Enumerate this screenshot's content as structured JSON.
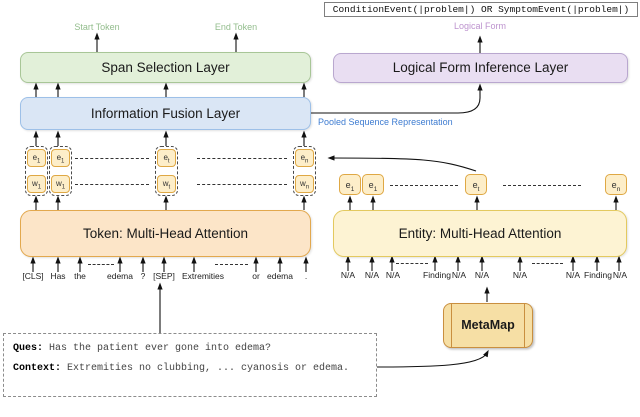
{
  "output_box": {
    "text": "ConditionEvent(|problem|) OR SymptomEvent(|problem|)"
  },
  "labels": {
    "logical_form": "Logical Form",
    "start_token": "Start Token",
    "end_token": "End Token",
    "pooled": "Pooled Sequence Representation"
  },
  "layers": {
    "span": "Span Selection Layer",
    "lfil": "Logical Form Inference Layer",
    "fusion": "Information Fusion Layer",
    "token_attention": "Token: Multi-Head Attention",
    "entity_attention": "Entity: Multi-Head Attention",
    "metamap": "MetaMap"
  },
  "token_columns": [
    {
      "top": "e",
      "top_sub": "1",
      "bottom": "w",
      "bottom_sub": "1"
    },
    {
      "top": "e",
      "top_sub": "1",
      "bottom": "w",
      "bottom_sub": "1"
    },
    {
      "top": "e",
      "top_sub": "t",
      "bottom": "w",
      "bottom_sub": "t"
    },
    {
      "top": "e",
      "top_sub": "n",
      "bottom": "w",
      "bottom_sub": "n"
    }
  ],
  "entity_units": [
    {
      "base": "e",
      "sub": "1"
    },
    {
      "base": "e",
      "sub": "1"
    },
    {
      "base": "e",
      "sub": "t"
    },
    {
      "base": "e",
      "sub": "n"
    }
  ],
  "tokens": [
    "[CLS]",
    "Has",
    "the",
    "edema",
    "?",
    "[SEP]",
    "Extremities",
    "or",
    "edema",
    "."
  ],
  "entities": [
    "N/A",
    "N/A",
    "N/A",
    "Finding",
    "N/A",
    "N/A",
    "N/A",
    "N/A",
    "Finding",
    "N/A"
  ],
  "input_box": {
    "ques_label": "Ques:",
    "ques_text": " Has the patient ever gone into edema?",
    "context_label": "Context:",
    "context_text": " Extremities no clubbing, ... cyanosis or edema."
  },
  "colors": {
    "span_fill": "#e2f0d9",
    "span_border": "#a8c697",
    "lfil_fill": "#e9def2",
    "lfil_border": "#b9a7cf",
    "fusion_fill": "#dae6f5",
    "fusion_border": "#9dc0e8",
    "token_fill": "#fce5c8",
    "token_border": "#e2a84e",
    "entity_fill": "#fdf3d3",
    "entity_border": "#e3c95f",
    "cell_fill": "#fdeec9",
    "cell_border": "#dfa844",
    "metamap_fill": "#f6dfa5",
    "metamap_border": "#c98f3f",
    "start_end_label": "#93bd8d",
    "logical_form_label": "#bd93ce",
    "pooled_label": "#3e7cd1"
  }
}
